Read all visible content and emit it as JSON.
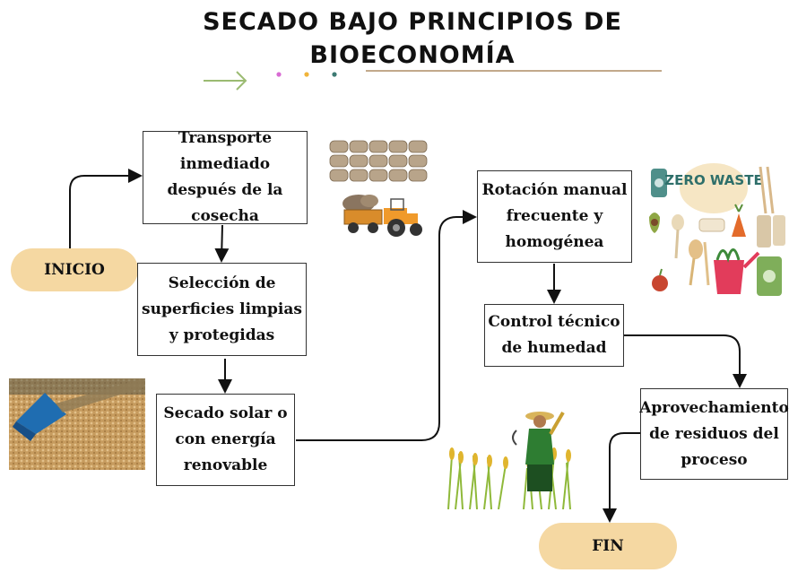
{
  "title": {
    "line1": "SECADO BAJO PRINCIPIOS DE",
    "line2": "BIOECONOMÍA"
  },
  "steps": {
    "inicio": "INICIO",
    "transporte": "Transporte inmediado después de la cosecha",
    "seleccion": "Selección de superficies limpias y protegidas",
    "secado": "Secado solar o con energía renovable",
    "rotacion": "Rotación manual frecuente y homogénea",
    "control": "Control técnico de humedad",
    "aprovechamiento": "Aprovechamiento de residuos del proceso",
    "fin": "FIN"
  },
  "logos": {
    "zero_waste": "ZERO WASTE"
  },
  "colors": {
    "pill": "#f5d8a2",
    "arrow_accent": "#9bbb72",
    "dot_pink": "#d86bd3",
    "dot_yellow": "#f0b43a",
    "dot_teal": "#3d7a73"
  },
  "icons": [
    "right-arrow-icon",
    "sack-stack-icon",
    "tractor-icon",
    "grain-scoop-image",
    "farmer-harvest-image",
    "zero-waste-collage-icon"
  ]
}
